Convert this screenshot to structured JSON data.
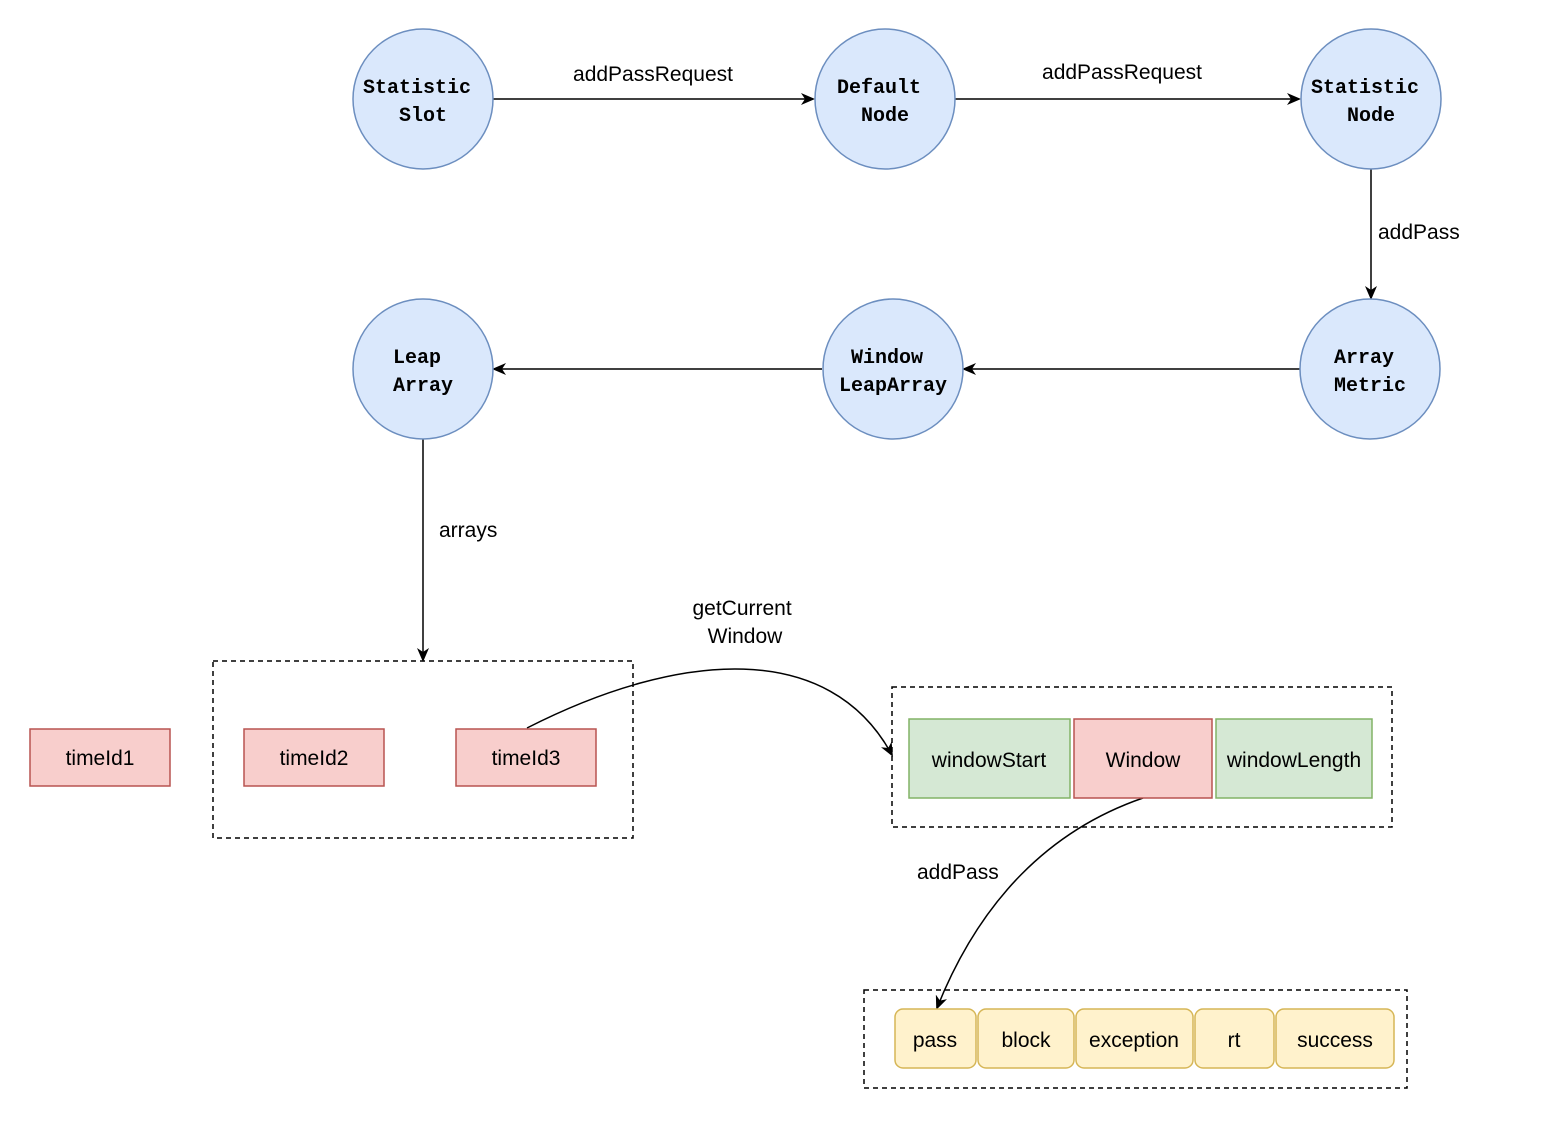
{
  "nodes": {
    "statistic_slot": [
      "Statistic",
      "Slot"
    ],
    "default_node": [
      "Default",
      "Node"
    ],
    "statistic_node": [
      "Statistic",
      "Node"
    ],
    "array_metric": [
      "Array",
      "Metric"
    ],
    "window_leap_array": [
      "Window",
      "LeapArray"
    ],
    "leap_array": [
      "Leap",
      "Array"
    ]
  },
  "edges": {
    "slot_to_default": "addPassRequest",
    "default_to_statistic": "addPassRequest",
    "statistic_to_metric": "addPass",
    "leap_to_arrays": "arrays",
    "time_to_window": [
      "getCurrent",
      "Window"
    ],
    "window_to_counters": "addPass"
  },
  "time_ids": [
    "timeId1",
    "timeId2",
    "timeId3"
  ],
  "window_fields": [
    "windowStart",
    "Window",
    "windowLength"
  ],
  "counters": [
    "pass",
    "block",
    "exception",
    "rt",
    "success"
  ]
}
